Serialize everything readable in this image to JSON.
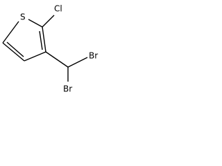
{
  "molecule": {
    "atoms": {
      "sulfur": "S",
      "chlorine": "Cl",
      "bromine_upper": "Br",
      "bromine_lower": "Br"
    },
    "colors": {
      "bond": "#000000",
      "label": "#000000",
      "background": "#ffffff"
    }
  }
}
